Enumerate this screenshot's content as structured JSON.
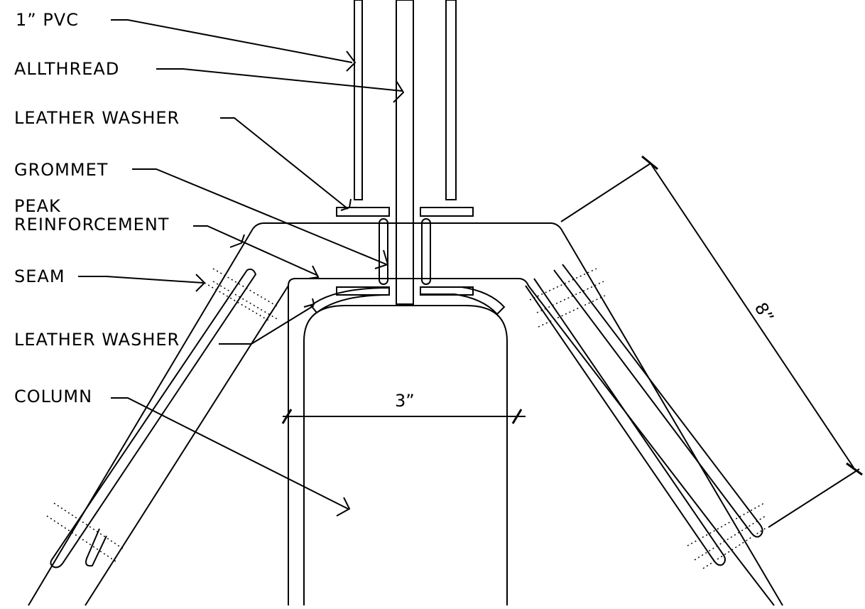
{
  "labels": {
    "pvc": "1” PVC",
    "allthread": "ALLTHREAD",
    "leather_washer_top": "LEATHER WASHER",
    "grommet": "GROMMET",
    "peak_line1": "PEAK",
    "peak_line2": "REINFORCEMENT",
    "seam": "SEAM",
    "leather_washer_bottom": "LEATHER WASHER",
    "column": "COLUMN"
  },
  "dimensions": {
    "width": "3”",
    "slope": "8”"
  }
}
